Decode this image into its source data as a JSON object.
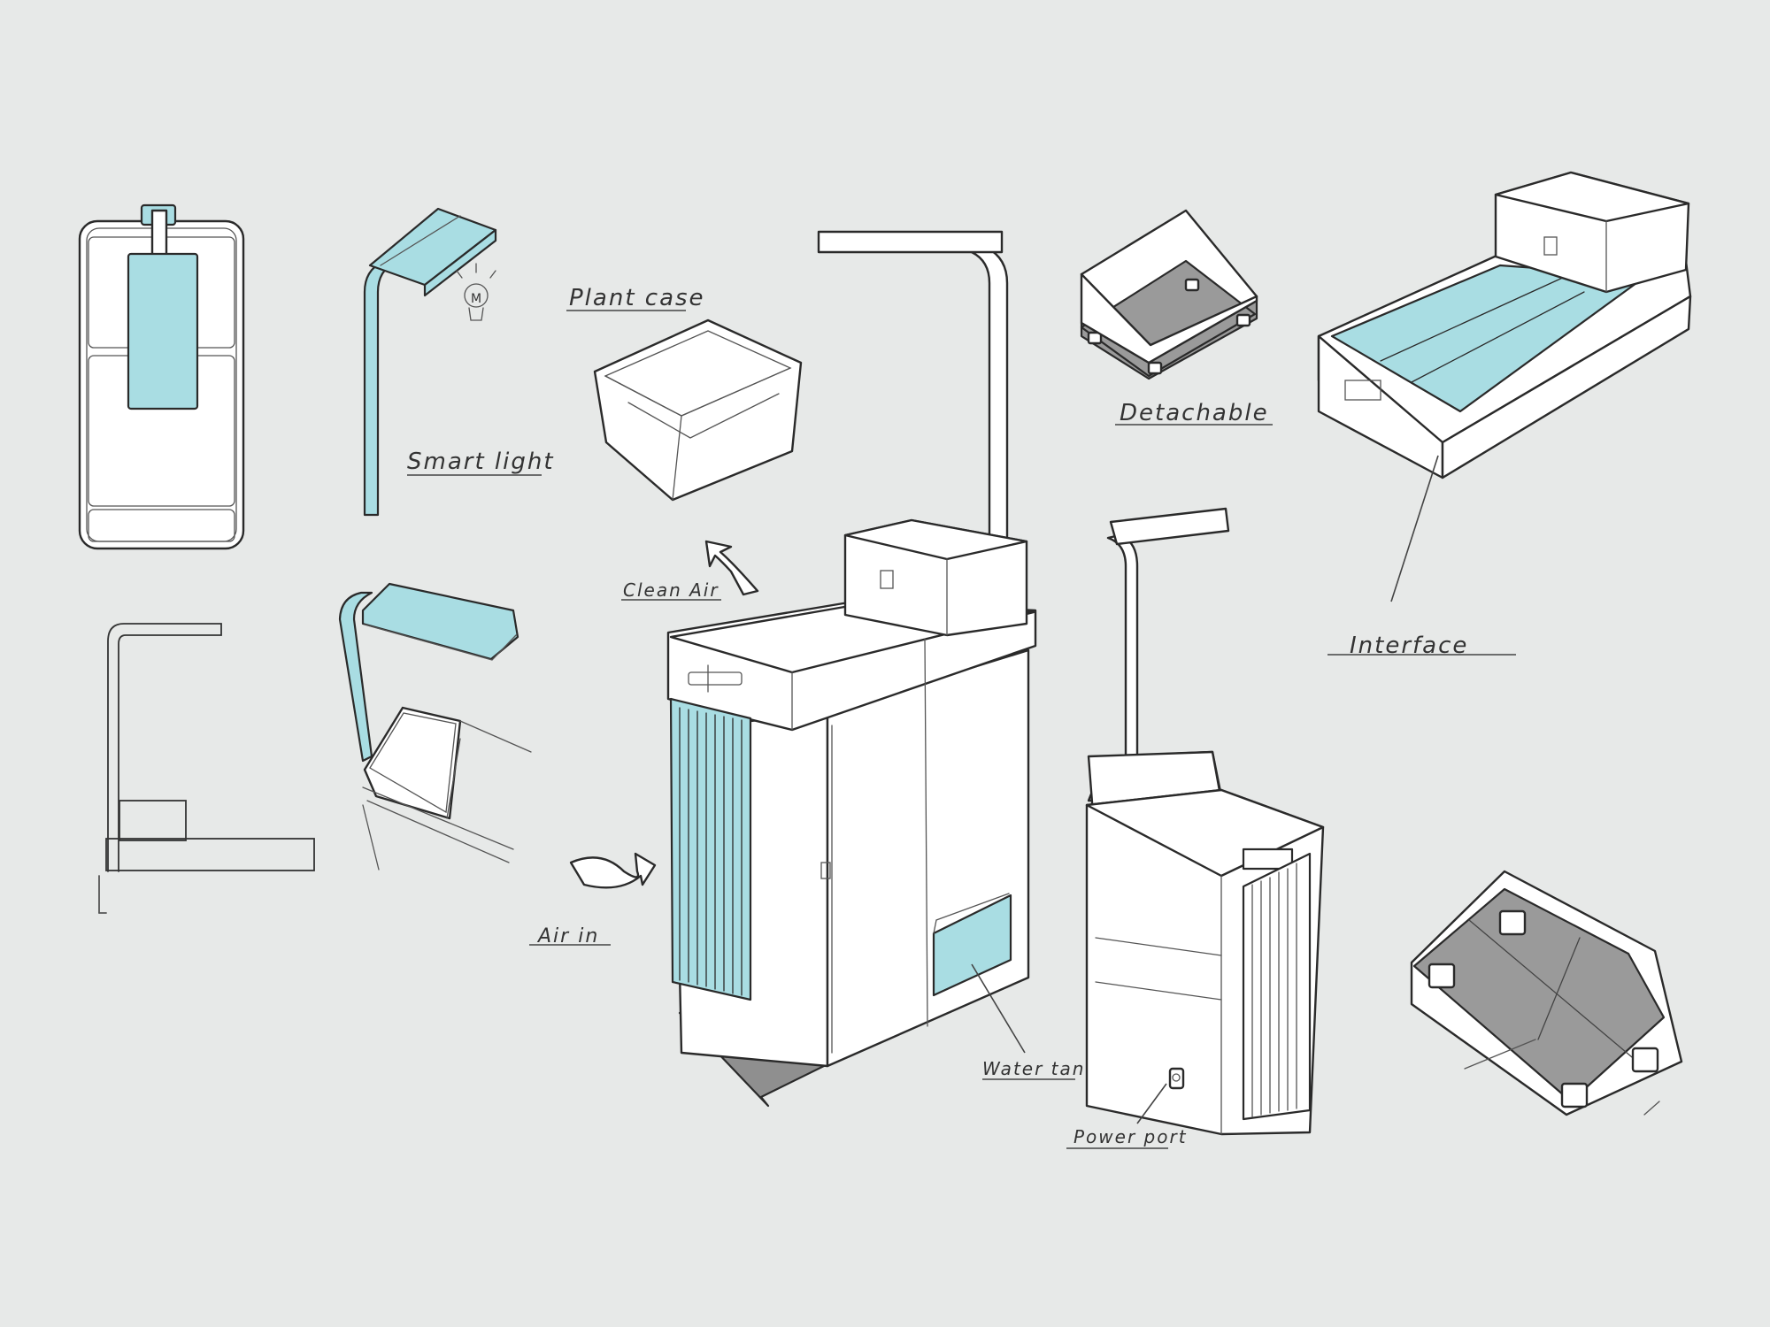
{
  "labels": {
    "smart_light": "Smart light",
    "plant_case": "Plant case",
    "clean_air": "Clean Air",
    "air_in": "Air in",
    "water_tank": "Water tank",
    "power_port": "Power port",
    "detachable": "Detachable",
    "interface": "Interface",
    "bulb_mark": "M"
  },
  "colors": {
    "background": "#e7e9e8",
    "accent_blue": "#a9dde3",
    "shadow_gray": "#9a9a9a",
    "line": "#2a2a2a"
  }
}
